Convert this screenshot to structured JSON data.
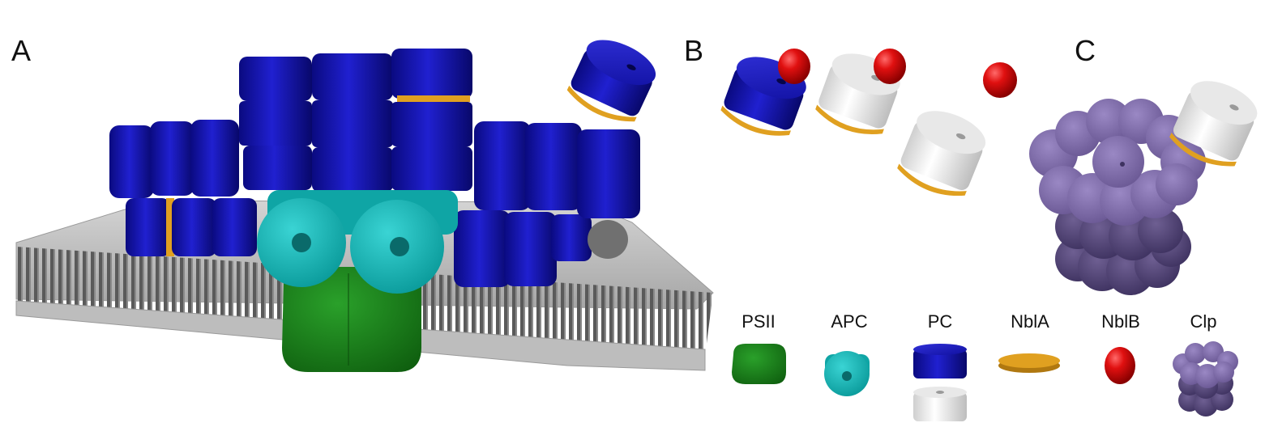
{
  "panels": {
    "a": "A",
    "b": "B",
    "c": "C"
  },
  "legend": [
    {
      "label": "PSII"
    },
    {
      "label": "APC"
    },
    {
      "label": "PC"
    },
    {
      "label": "NblA"
    },
    {
      "label": "NblB"
    },
    {
      "label": "Clp"
    }
  ],
  "colors": {
    "psii": "#1f7f1f",
    "apc": "#14b8b8",
    "pc": "#1515b0",
    "pc_apo": "#f2f2f2",
    "nbla": "#e0a020",
    "nblb": "#e01010",
    "clp": "#7d6aa8",
    "membrane": "#b9b9b9"
  }
}
